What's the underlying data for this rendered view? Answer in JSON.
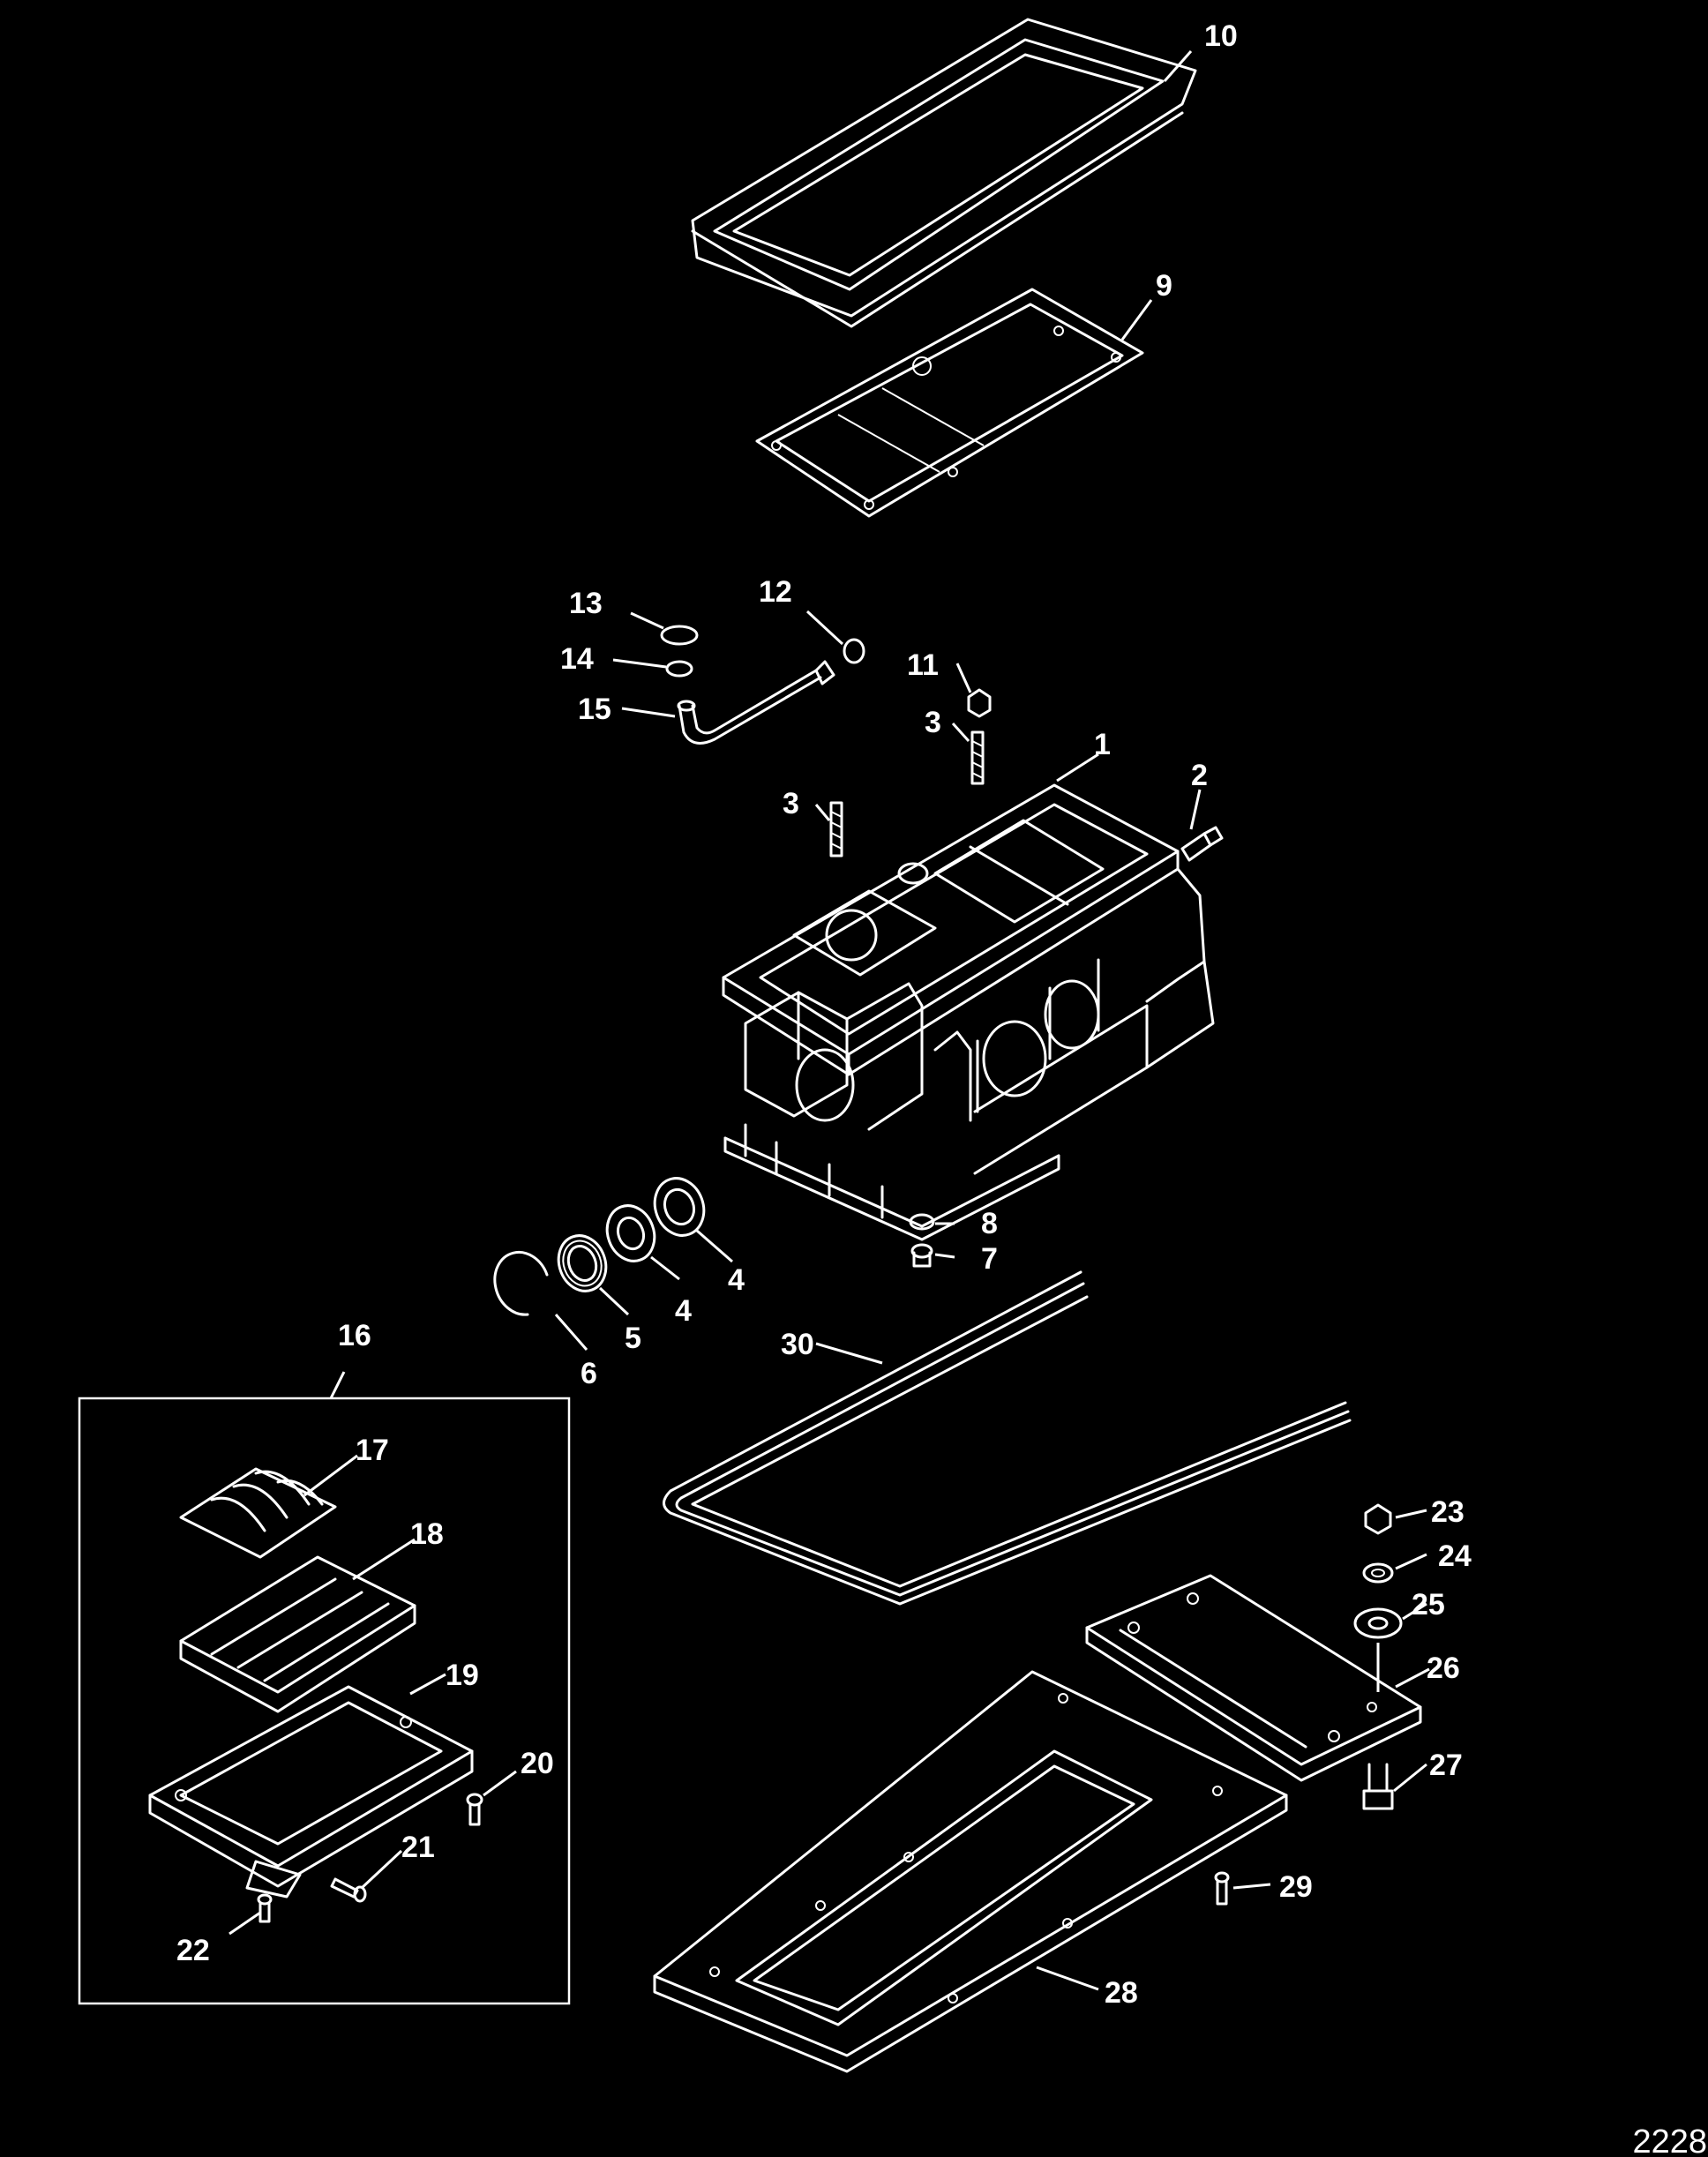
{
  "diagram": {
    "callouts": [
      {
        "id": "10",
        "label": "10"
      },
      {
        "id": "9",
        "label": "9"
      },
      {
        "id": "13",
        "label": "13"
      },
      {
        "id": "12",
        "label": "12"
      },
      {
        "id": "14",
        "label": "14"
      },
      {
        "id": "15",
        "label": "15"
      },
      {
        "id": "11",
        "label": "11"
      },
      {
        "id": "3a",
        "label": "3"
      },
      {
        "id": "1",
        "label": "1"
      },
      {
        "id": "2",
        "label": "2"
      },
      {
        "id": "3b",
        "label": "3"
      },
      {
        "id": "8",
        "label": "8"
      },
      {
        "id": "7",
        "label": "7"
      },
      {
        "id": "4a",
        "label": "4"
      },
      {
        "id": "4b",
        "label": "4"
      },
      {
        "id": "5",
        "label": "5"
      },
      {
        "id": "6",
        "label": "6"
      },
      {
        "id": "30",
        "label": "30"
      },
      {
        "id": "16",
        "label": "16"
      },
      {
        "id": "17",
        "label": "17"
      },
      {
        "id": "18",
        "label": "18"
      },
      {
        "id": "19",
        "label": "19"
      },
      {
        "id": "20",
        "label": "20"
      },
      {
        "id": "21",
        "label": "21"
      },
      {
        "id": "22",
        "label": "22"
      },
      {
        "id": "23",
        "label": "23"
      },
      {
        "id": "24",
        "label": "24"
      },
      {
        "id": "25",
        "label": "25"
      },
      {
        "id": "26",
        "label": "26"
      },
      {
        "id": "27",
        "label": "27"
      },
      {
        "id": "28",
        "label": "28"
      },
      {
        "id": "29",
        "label": "29"
      }
    ],
    "reference_number": "2228",
    "colors": {
      "background": "#000000",
      "line": "#ffffff"
    }
  }
}
